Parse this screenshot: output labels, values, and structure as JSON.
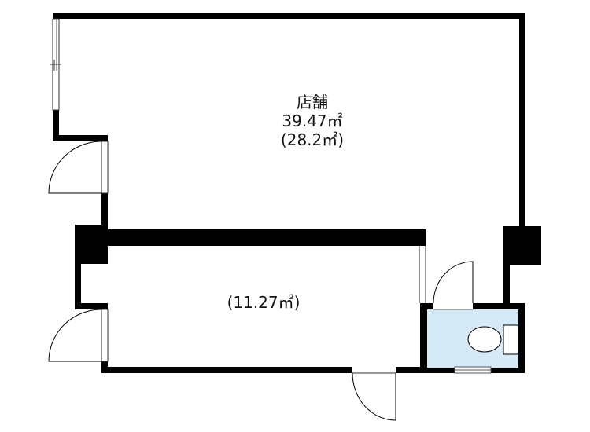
{
  "rooms": {
    "shop": {
      "name": "店舗",
      "area_m2": "39.47㎡",
      "area_tsubo": "(28.2㎡)"
    },
    "back_room": {
      "area": "(11.27㎡)"
    },
    "toilet": {
      "fill_color": "#d6e9f7"
    }
  },
  "colors": {
    "wall": "#000000"
  }
}
